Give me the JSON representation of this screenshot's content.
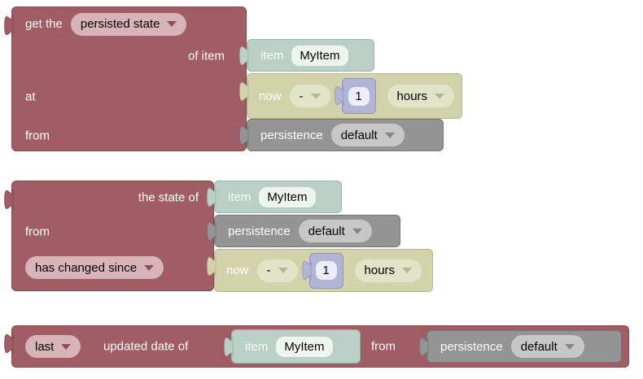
{
  "blocks": {
    "g1": {
      "prefix": "get the",
      "type_dropdown": "persisted state",
      "of_item": "of item",
      "at": "at",
      "from": "from",
      "item": {
        "label": "item",
        "name": "MyItem"
      },
      "datetime": {
        "base": "now",
        "op": "-",
        "amount": "1",
        "unit": "hours"
      },
      "persistence": {
        "label": "persistence",
        "service": "default"
      }
    },
    "g2": {
      "the_state_of": "the state of",
      "from": "from",
      "condition_dropdown": "has changed since",
      "item": {
        "label": "item",
        "name": "MyItem"
      },
      "persistence": {
        "label": "persistence",
        "service": "default"
      },
      "datetime": {
        "base": "now",
        "op": "-",
        "amount": "1",
        "unit": "hours"
      }
    },
    "g3": {
      "which_dropdown": "last",
      "updated_date_of": "updated date of",
      "item": {
        "label": "item",
        "name": "MyItem"
      },
      "from": "from",
      "persistence": {
        "label": "persistence",
        "service": "default"
      }
    }
  },
  "colors": {
    "block_maroon": "#a05d64",
    "block_teal": "#bacfc5",
    "block_olive": "#d3d3ab",
    "block_gray": "#949494",
    "block_lavender": "#b2b4d6",
    "dropdown_pink": "#d8b3b7",
    "dropdown_light_olive": "#e3e3c7",
    "dropdown_light_gray": "#c7c7c7",
    "field_white": "#eef4f0",
    "field_lavender": "#ecedfa",
    "canvas": "#ffffff"
  }
}
